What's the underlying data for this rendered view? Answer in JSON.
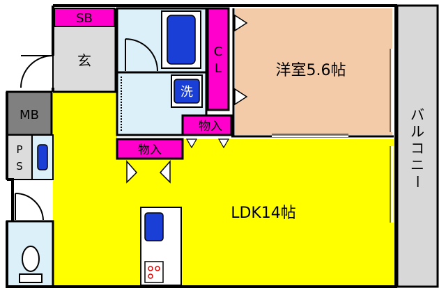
{
  "rooms": {
    "sb": "SB",
    "genkan": "玄",
    "mb": "MB",
    "ps_p": "P",
    "ps_s": "S",
    "closet_c": "C",
    "closet_l": "L",
    "youshitsu": "洋室5.6帖",
    "storage_upper": "物入",
    "storage_lower": "物入",
    "wash": "洗",
    "ldk": "LDK14帖",
    "balcony": [
      "バ",
      "ル",
      "コ",
      "ニ",
      "ー"
    ]
  },
  "colors": {
    "ldk": "#ffff00",
    "youshitsu": "#f4cba8",
    "storage": "#ff00cc",
    "wet": "#dcf0fa",
    "fixture": "#1a3fd6",
    "balcony": "#d8d8d8",
    "service": "#808080",
    "light": "#dcdcdc"
  }
}
